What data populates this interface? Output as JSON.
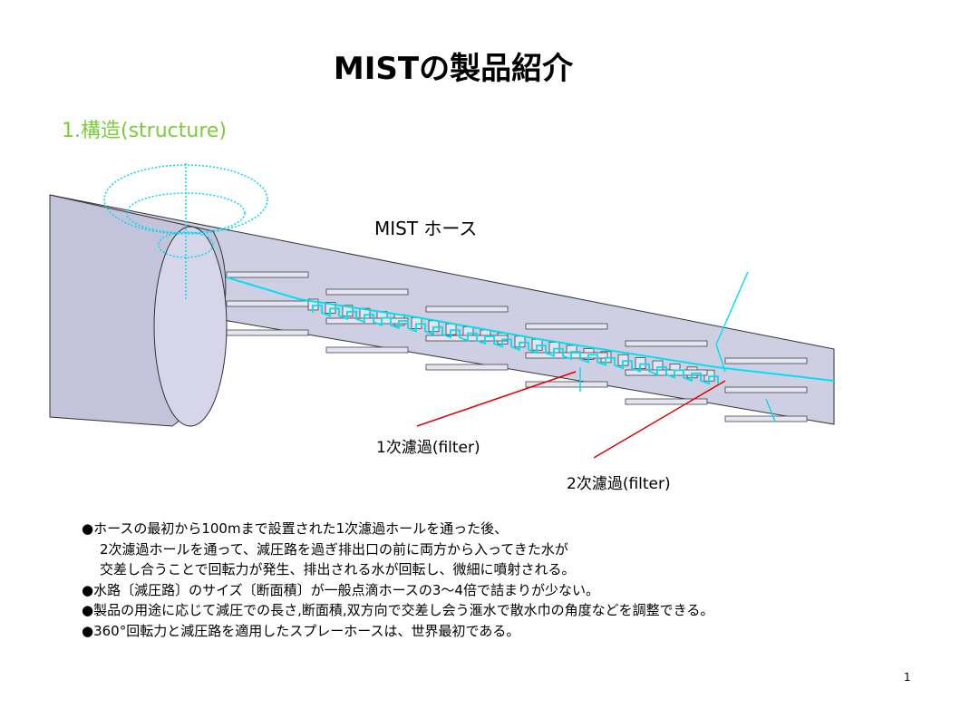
{
  "title": "MISTの製品紹介",
  "subtitle": "1.構造(structure)",
  "diagram": {
    "product_label": "MIST ホース",
    "filter1_label": "1次濾過(filter)",
    "filter2_label": "2次濾過(filter)",
    "colors": {
      "body": "#c9c8e0",
      "water": "#00e0f0",
      "pointer": "#e00000"
    }
  },
  "bullets": [
    {
      "lines": [
        "●ホースの最初から100mまで設置された1次濾過ホールを通った後、",
        "2次濾過ホールを通って、減圧路を過ぎ排出口の前に両方から入ってきた水が",
        "交差し合うことで回転力が発生、排出される水が回転し、微細に噴射される。"
      ]
    },
    {
      "lines": [
        "●水路〔減圧路〕のサイズ〔断面積〕が一般点滴ホースの3～4倍で詰まりが少ない。"
      ]
    },
    {
      "lines": [
        "●製品の用途に応じて減圧での長さ,断面積,双方向で交差し会う滙水で散水巾の角度などを調整できる。"
      ]
    },
    {
      "lines": [
        "●360°回転力と減圧路を適用したスプレーホースは、世界最初である。"
      ]
    }
  ],
  "page_number": "1"
}
